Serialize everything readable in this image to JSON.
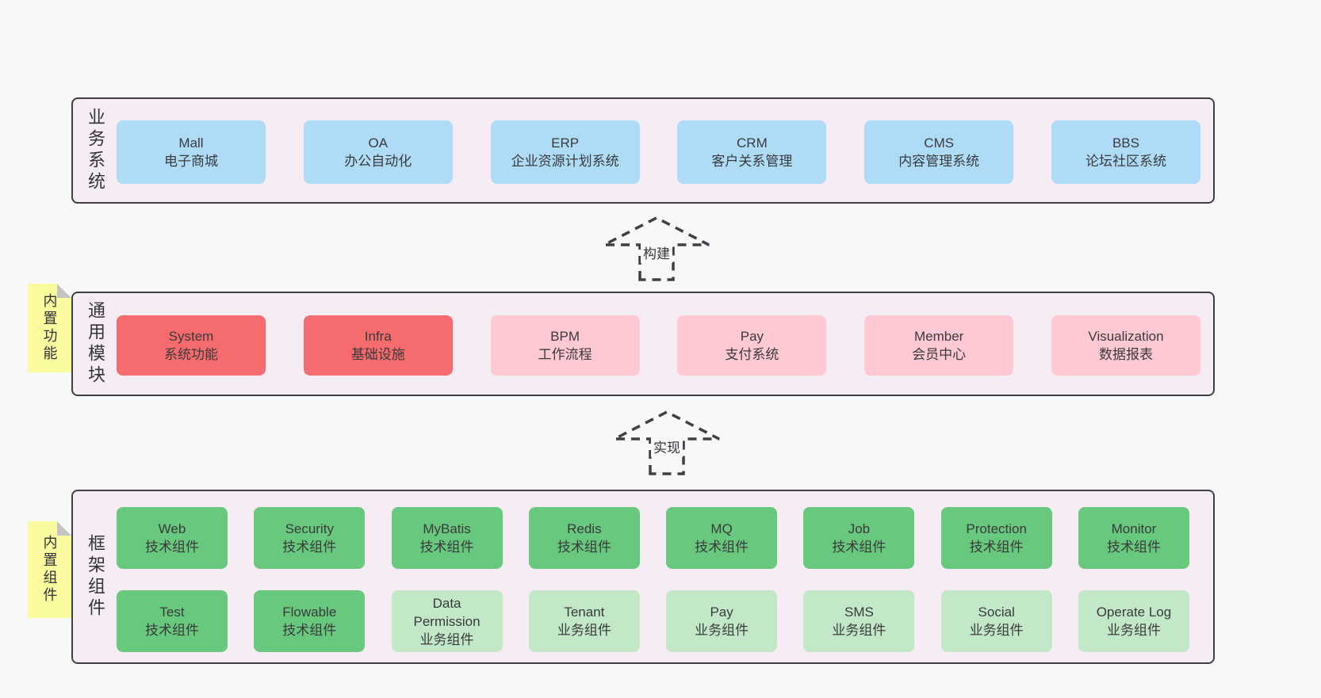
{
  "page": {
    "background": "#f8f8f8"
  },
  "colors": {
    "page_bg": "#f8f8f8",
    "container_bg": "#f6ecf4",
    "container_border": "#3f3f46",
    "blue": "#aedcf7",
    "red": "#f56b6e",
    "pink": "#fec9d3",
    "green": "#67c87e",
    "light_green": "#c2e8c8",
    "yellow": "#fafa9e",
    "fold_gray": "#c4c4c4",
    "text": "#3a3a3c"
  },
  "arrows": [
    {
      "label": "构建"
    },
    {
      "label": "实现"
    }
  ],
  "layers": [
    {
      "label": "业务系统",
      "sticky": null,
      "rows": [
        [
          {
            "en": "Mall",
            "zh": "电子商城",
            "variant": "blue"
          },
          {
            "en": "OA",
            "zh": "办公自动化",
            "variant": "blue"
          },
          {
            "en": "ERP",
            "zh": "企业资源计划系统",
            "variant": "blue"
          },
          {
            "en": "CRM",
            "zh": "客户关系管理",
            "variant": "blue"
          },
          {
            "en": "CMS",
            "zh": "内容管理系统",
            "variant": "blue"
          },
          {
            "en": "BBS",
            "zh": "论坛社区系统",
            "variant": "blue"
          }
        ]
      ]
    },
    {
      "label": "通用模块",
      "sticky": "内置功能",
      "rows": [
        [
          {
            "en": "System",
            "zh": "系统功能",
            "variant": "red"
          },
          {
            "en": "Infra",
            "zh": "基础设施",
            "variant": "red"
          },
          {
            "en": "BPM",
            "zh": "工作流程",
            "variant": "pink"
          },
          {
            "en": "Pay",
            "zh": "支付系统",
            "variant": "pink"
          },
          {
            "en": "Member",
            "zh": "会员中心",
            "variant": "pink"
          },
          {
            "en": "Visualization",
            "zh": "数据报表",
            "variant": "pink"
          }
        ]
      ]
    },
    {
      "label": "框架组件",
      "sticky": "内置组件",
      "rows": [
        [
          {
            "en": "Web",
            "zh": "技术组件",
            "variant": "green"
          },
          {
            "en": "Security",
            "zh": "技术组件",
            "variant": "green"
          },
          {
            "en": "MyBatis",
            "zh": "技术组件",
            "variant": "green"
          },
          {
            "en": "Redis",
            "zh": "技术组件",
            "variant": "green"
          },
          {
            "en": "MQ",
            "zh": "技术组件",
            "variant": "green"
          },
          {
            "en": "Job",
            "zh": "技术组件",
            "variant": "green"
          },
          {
            "en": "Protection",
            "zh": "技术组件",
            "variant": "green"
          },
          {
            "en": "Monitor",
            "zh": "技术组件",
            "variant": "green"
          }
        ],
        [
          {
            "en": "Test",
            "zh": "技术组件",
            "variant": "green"
          },
          {
            "en": "Flowable",
            "zh": "技术组件",
            "variant": "green"
          },
          {
            "en": "Data Permission",
            "zh": "业务组件",
            "variant": "light_green"
          },
          {
            "en": "Tenant",
            "zh": "业务组件",
            "variant": "light_green"
          },
          {
            "en": "Pay",
            "zh": "业务组件",
            "variant": "light_green"
          },
          {
            "en": "SMS",
            "zh": "业务组件",
            "variant": "light_green"
          },
          {
            "en": "Social",
            "zh": "业务组件",
            "variant": "light_green"
          },
          {
            "en": "Operate Log",
            "zh": "业务组件",
            "variant": "light_green"
          }
        ]
      ]
    }
  ]
}
